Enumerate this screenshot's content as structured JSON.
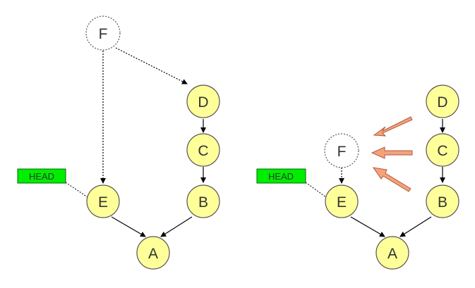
{
  "colors": {
    "node_fill": "#ffff99",
    "node_stroke": "#555555",
    "ghost_fill": "#ffffff",
    "head_fill": "#00ee00",
    "head_stroke": "#006600",
    "edge": "#000000",
    "arrow_fill": "#f4a27c",
    "arrow_stroke": "#b05a3a",
    "text": "#333333"
  },
  "left_graph": {
    "head_label": "HEAD",
    "nodes": {
      "F": "F",
      "D": "D",
      "C": "C",
      "E": "E",
      "B": "B",
      "A": "A"
    }
  },
  "right_graph": {
    "head_label": "HEAD",
    "nodes": {
      "F": "F",
      "D": "D",
      "C": "C",
      "E": "E",
      "B": "B",
      "A": "A"
    }
  },
  "edges_style": {
    "solid": "parent",
    "dotted": "merge-or-pointer"
  }
}
